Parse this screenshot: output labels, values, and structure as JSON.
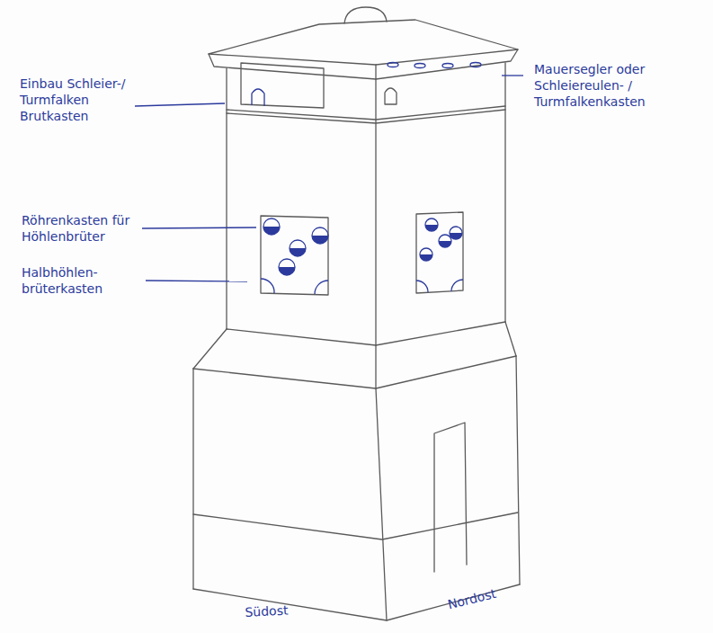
{
  "diagram": {
    "labels": [
      "Einbau Schleier-/ Turmfalken Brutkasten",
      "Mauersegler oder Schleiereulen- / Turmfalkenkasten",
      "Röhrenkasten für Höhlenbrüter",
      "Halbhöhlen- brüterkasten",
      "Südost",
      "Nordost"
    ]
  }
}
